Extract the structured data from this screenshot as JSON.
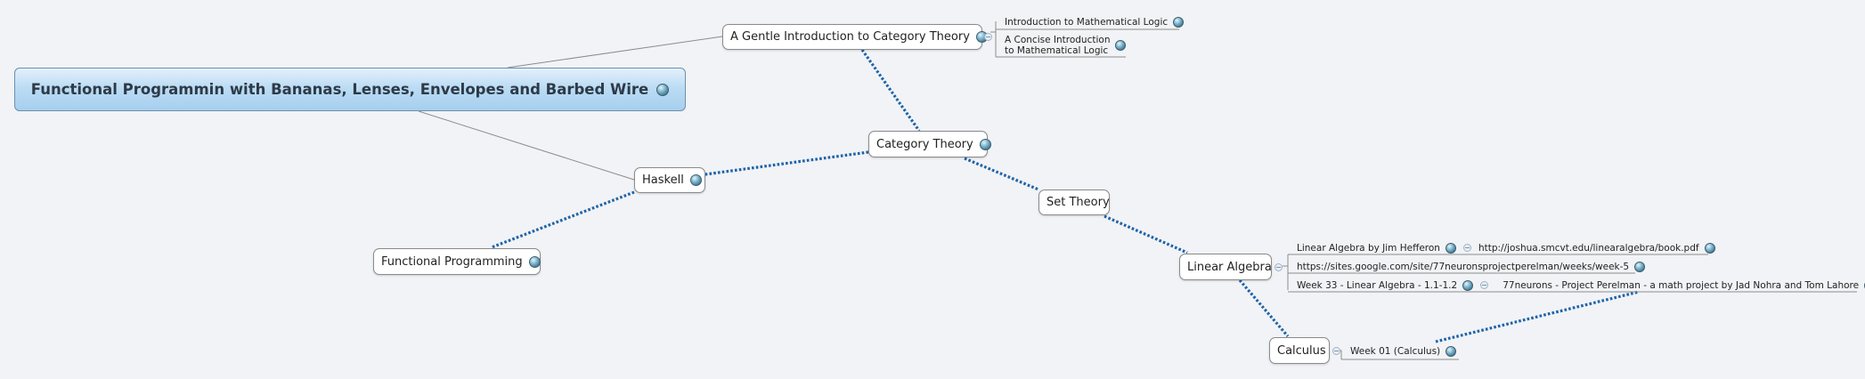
{
  "root": {
    "label": "Functional Programmin with Bananas, Lenses, Envelopes and Barbed Wire",
    "icon": "globe-icon"
  },
  "nodes": {
    "gentle": "A Gentle Introduction to Category Theory",
    "category": "Category Theory",
    "haskell": "Haskell",
    "fp": "Functional Programming",
    "set": "Set Theory",
    "linalg": "Linear Algebra",
    "calculus": "Calculus"
  },
  "leaves": {
    "intro_logic": "Introduction to Mathematical Logic",
    "concise_1": "A Concise Introduction",
    "concise_2": "to Mathematical Logic",
    "hefferon": "Linear Algebra by Jim Hefferon",
    "hefferon_url": "http://joshua.smcvt.edu/linearalgebra/book.pdf",
    "sites_url": "https://sites.google.com/site/77neuronsprojectperelman/weeks/week-5",
    "week33": "Week 33 - Linear Algebra - 1.1-1.2",
    "perelman": "77neurons - Project Perelman - a math project by Jad Nohra and Tom Lahore",
    "week01": "Week 01 (Calculus)"
  },
  "colors": {
    "background": "#f1f3f6",
    "dotted_link": "#1f63a8",
    "root_fill": "#bcdcf4",
    "solid_link": "#8c8c8c"
  }
}
